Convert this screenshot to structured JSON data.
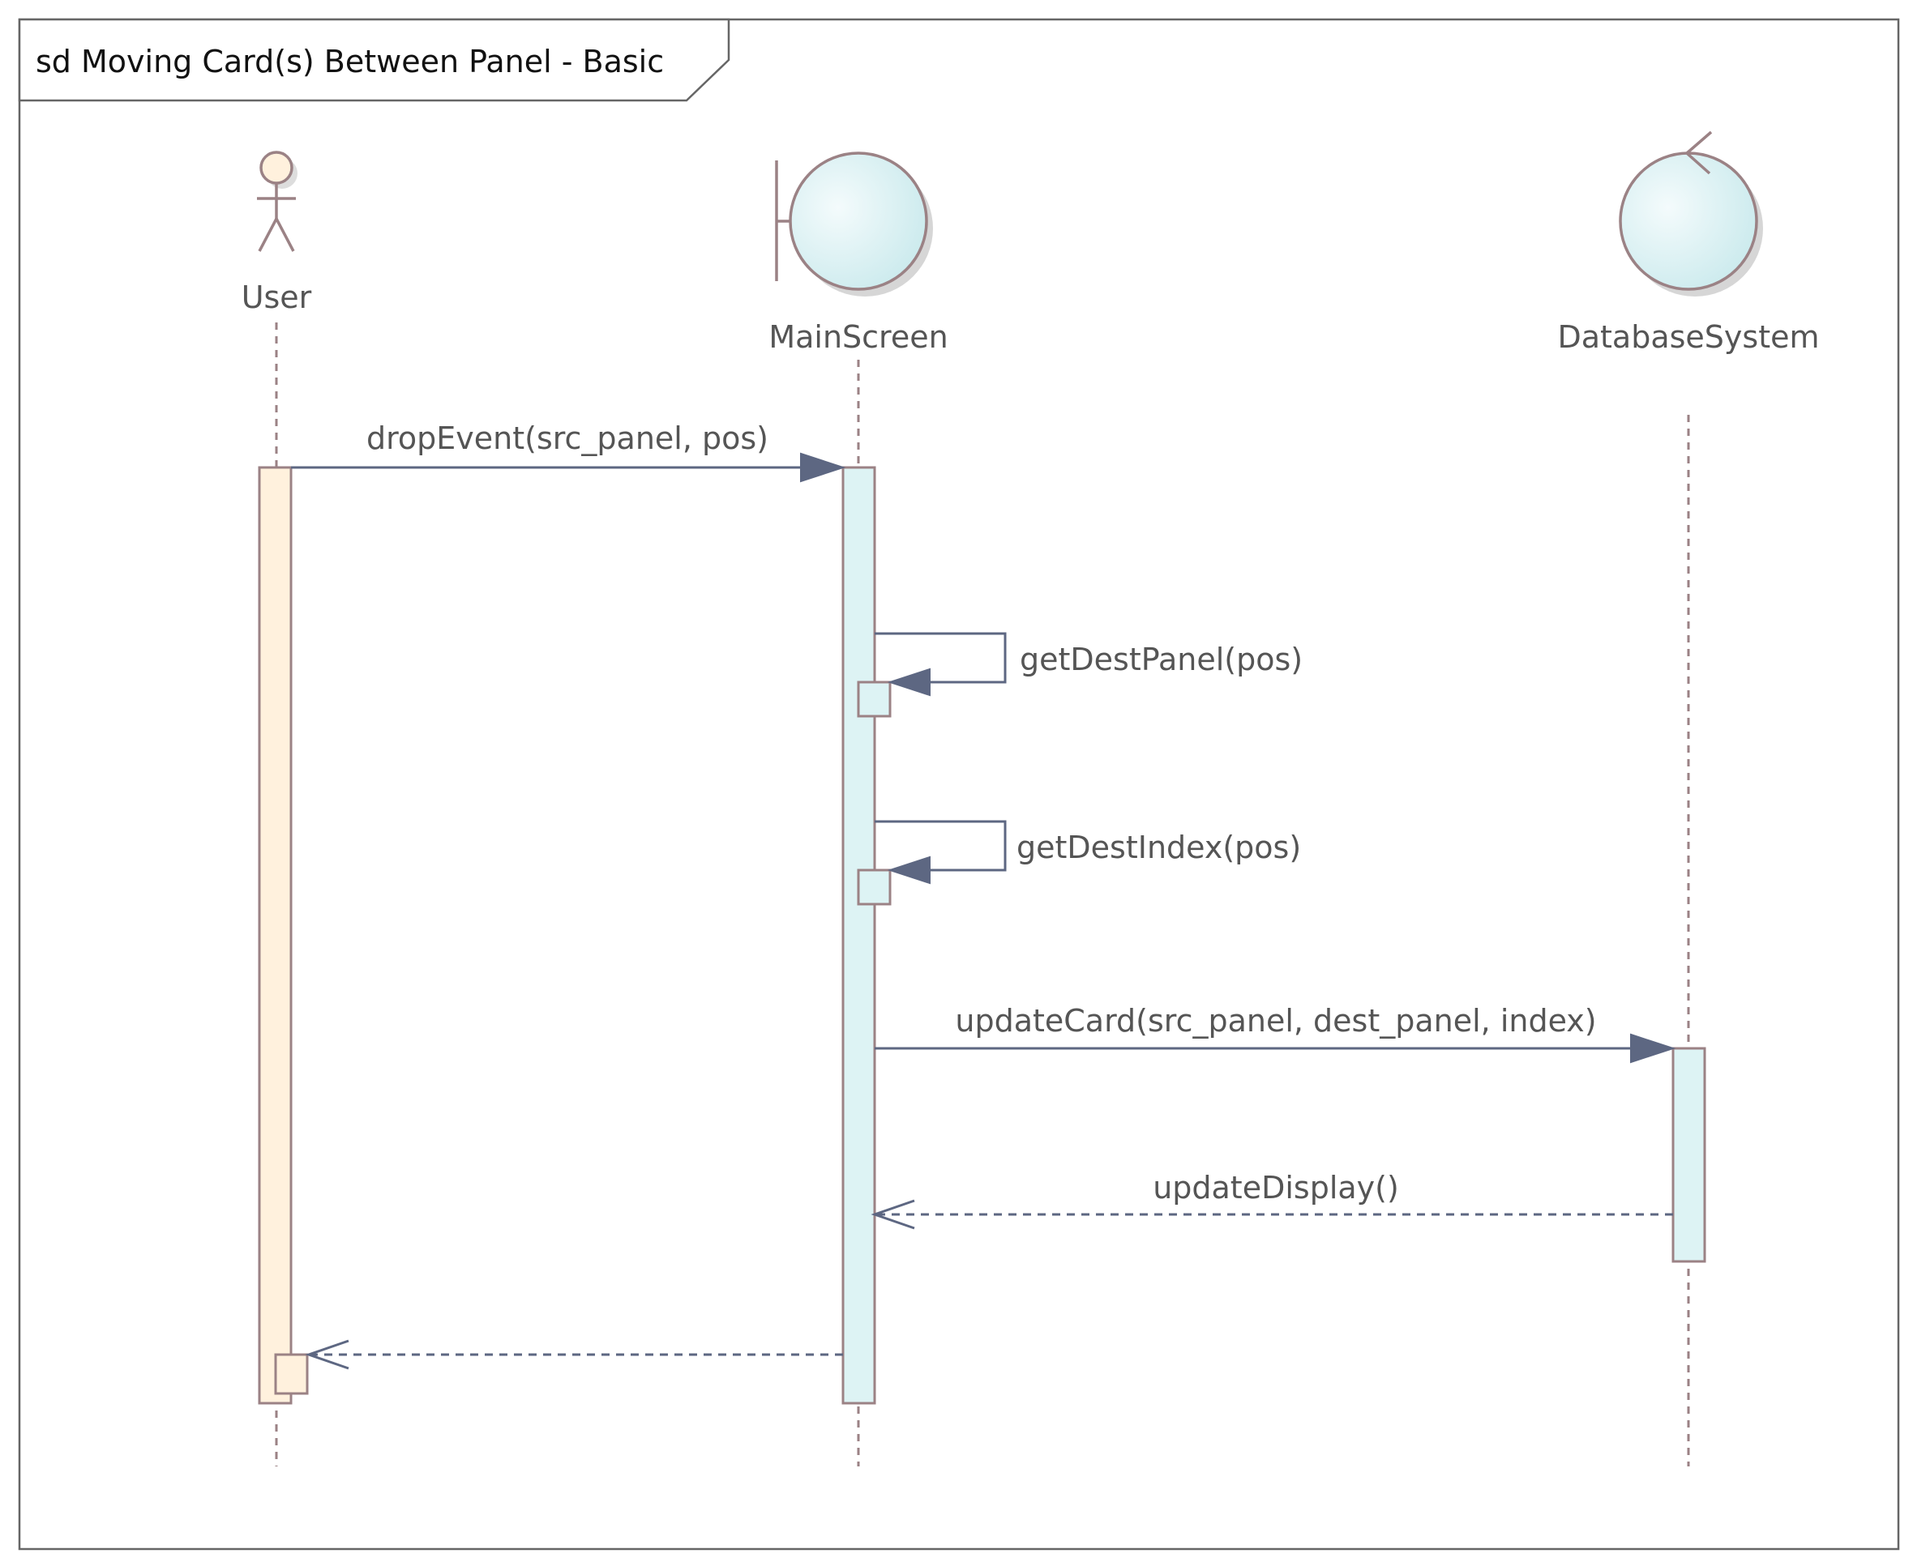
{
  "frame": {
    "title": "sd Moving Card(s) Between Panel - Basic"
  },
  "lifelines": [
    {
      "id": "user",
      "name": "User",
      "kind": "actor-icon"
    },
    {
      "id": "main",
      "name": "MainScreen",
      "kind": "boundary-icon"
    },
    {
      "id": "db",
      "name": "DatabaseSystem",
      "kind": "control-icon"
    }
  ],
  "messages": [
    {
      "id": "m1",
      "label": "dropEvent(src_panel, pos)",
      "from": "User",
      "to": "MainScreen",
      "style": "synchronous"
    },
    {
      "id": "m2",
      "label": "getDestPanel(pos)",
      "from": "MainScreen",
      "to": "MainScreen",
      "style": "self-call"
    },
    {
      "id": "m3",
      "label": "getDestIndex(pos)",
      "from": "MainScreen",
      "to": "MainScreen",
      "style": "self-call"
    },
    {
      "id": "m4",
      "label": "updateCard(src_panel, dest_panel, index)",
      "from": "MainScreen",
      "to": "DatabaseSystem",
      "style": "synchronous"
    },
    {
      "id": "m5",
      "label": "updateDisplay()",
      "from": "DatabaseSystem",
      "to": "MainScreen",
      "style": "return"
    },
    {
      "id": "m6",
      "label": "",
      "from": "MainScreen",
      "to": "User",
      "style": "return"
    }
  ],
  "colors": {
    "actor_fill": "#fff1dd",
    "object_fill": "#ddf3f4",
    "outline": "#9b8285",
    "arrow": "#5d6782",
    "text": "#555555"
  }
}
